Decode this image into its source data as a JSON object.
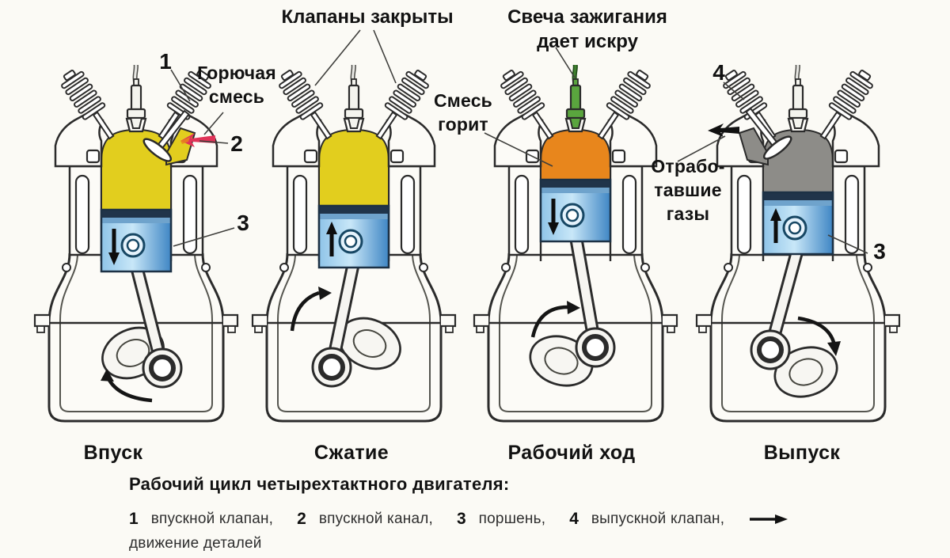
{
  "diagram_title": "Рабочий цикл четырехтактного двигателя:",
  "top_labels": {
    "valves_closed": "Клапаны закрыты",
    "spark_plug_line1": "Свеча зажигания",
    "spark_plug_line2": "дает искру"
  },
  "annotations": {
    "fuel_mixture_line1": "Горючая",
    "fuel_mixture_line2": "смесь",
    "mixture_burns_line1": "Смесь",
    "mixture_burns_line2": "горит",
    "exhaust_line1": "Отрабо-",
    "exhaust_line2": "тавшие",
    "exhaust_line3": "газы",
    "callout_1": "1",
    "callout_2": "2",
    "callout_3_intake": "3",
    "callout_4": "4",
    "callout_3_exhaust": "3"
  },
  "strokes": [
    {
      "label": "Впуск",
      "phase": "intake",
      "cylinder_content": "fuel-mixture",
      "chamber_color": "#e2ce1e",
      "piston_motion": "down",
      "open_valve": "right",
      "flow_arrow": "intake-red",
      "plug_color": "#f4f4ee"
    },
    {
      "label": "Сжатие",
      "phase": "compression",
      "cylinder_content": "compressed-mixture",
      "chamber_color": "#e2ce1e",
      "piston_motion": "up",
      "open_valve": "none",
      "flow_arrow": "none",
      "plug_color": "#f4f4ee"
    },
    {
      "label": "Рабочий ход",
      "phase": "power",
      "cylinder_content": "burning-mixture",
      "chamber_color": "#e8861c",
      "piston_motion": "down",
      "open_valve": "none",
      "flow_arrow": "none",
      "plug_color": "#5aa53e"
    },
    {
      "label": "Выпуск",
      "phase": "exhaust",
      "cylinder_content": "exhaust-gases",
      "chamber_color": "#8d8c88",
      "piston_motion": "up",
      "open_valve": "left",
      "flow_arrow": "exhaust-black",
      "plug_color": "#f4f4ee"
    }
  ],
  "legend": {
    "items": [
      {
        "num": "1",
        "label": "впускной клапан,"
      },
      {
        "num": "2",
        "label": "впускной канал,"
      },
      {
        "num": "3",
        "label": "поршень,"
      },
      {
        "num": "4",
        "label": "выпускной клапан,"
      }
    ],
    "motion_label": "движение деталей"
  },
  "colors": {
    "mixture_yellow": "#e2ce1e",
    "burning_orange": "#e8861c",
    "exhaust_gray": "#8d8c88",
    "piston_blue": "#4f93cc",
    "spark_plug_green": "#5aa53e",
    "intake_arrow_red": "#e03358",
    "outline_dark": "#2b2b2b",
    "background": "#fbfaf5"
  }
}
